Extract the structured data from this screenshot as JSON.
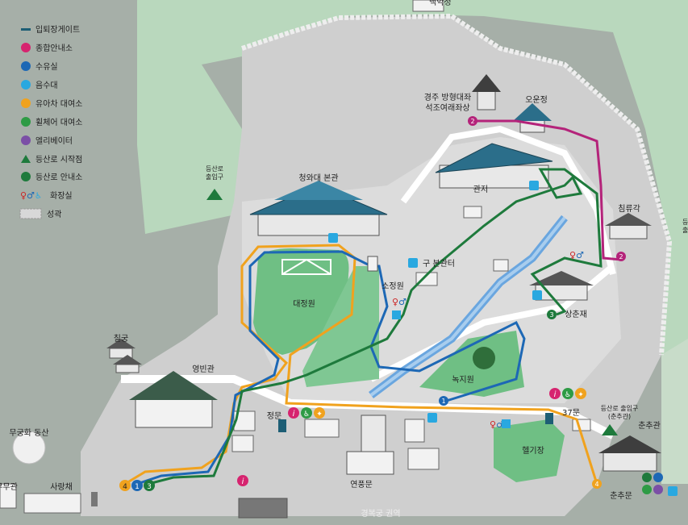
{
  "legend": {
    "items": [
      {
        "icon": "gate-line-icon",
        "label": "입퇴장게이트"
      },
      {
        "icon": "info-center-icon",
        "label": "종합안내소"
      },
      {
        "icon": "nursing-room-icon",
        "label": "수유실"
      },
      {
        "icon": "water-fountain-icon",
        "label": "음수대"
      },
      {
        "icon": "stroller-rental-icon",
        "label": "유아차 대여소"
      },
      {
        "icon": "wheelchair-rental-icon",
        "label": "휠체어 대여소"
      },
      {
        "icon": "elevator-icon",
        "label": "엘리베이터"
      },
      {
        "icon": "trail-start-icon",
        "label": "등산로 시작점"
      },
      {
        "icon": "trail-info-icon",
        "label": "등산로 안내소"
      },
      {
        "icon": "restroom-icon",
        "label": "화장실"
      },
      {
        "icon": "fortress-wall-icon",
        "label": "성곽"
      }
    ]
  },
  "places": {
    "top_cut": "백악정",
    "statue": "경주 방형대좌\n석조여래좌상",
    "oun": "오운정",
    "trail_entrance_left": "등산로\n출입구",
    "main_hall": "청와대 본관",
    "gwanjeo": "관저",
    "chimnyu": "침류각",
    "right_edge": "등\n출",
    "old_main": "구 본관터",
    "sojeong": "소정원",
    "daejeong": "대정원",
    "sangchun": "상춘재",
    "chilgung": "칠궁",
    "nokji": "녹지원",
    "yeongbin": "영빈관",
    "gate_main": "정문",
    "gate37": "37문",
    "trail_entrance_right": "등산로 출입구\n(춘추관)",
    "chunchu": "춘추관",
    "heli": "헬기장",
    "mugunghwa": "무궁화 동산",
    "mumu": "무무관",
    "sarang": "사랑채",
    "yeonpung": "연풍문",
    "chunchu_gate": "춘추문",
    "bottom": "경복궁 권역"
  },
  "route_numbers": {
    "r1": "1",
    "r2": "2",
    "r3": "3",
    "r4": "4"
  },
  "colors": {
    "route_blue": "#1d68b5",
    "route_green": "#1e7a3c",
    "route_orange": "#f0a21e",
    "route_magenta": "#b4237a",
    "grass": "#6fbf84",
    "ground": "#d9d9d9",
    "roof": "#2b6e8a"
  }
}
